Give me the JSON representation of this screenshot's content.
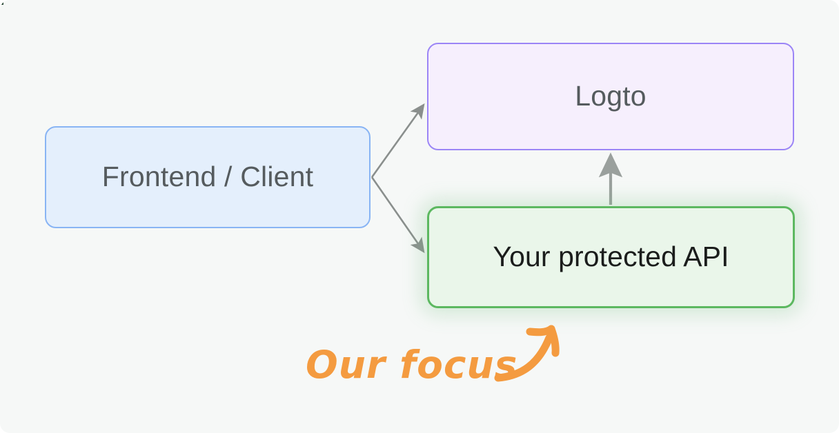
{
  "diagram": {
    "background_color": "#f6f8f7",
    "nodes": [
      {
        "id": "frontend",
        "label": "Frontend / Client",
        "fill": "#e4effc",
        "stroke": "#88b4f4",
        "text_color": "#555b5e"
      },
      {
        "id": "logto",
        "label": "Logto",
        "fill": "#f6effd",
        "stroke": "#9b85f6",
        "text_color": "#555b5e"
      },
      {
        "id": "api",
        "label": "Your protected API",
        "fill": "#eaf6ea",
        "stroke": "#5cb860",
        "text_color": "#1b1d1c"
      }
    ],
    "edges": [
      {
        "id": "frontend-to-logto",
        "from": "frontend",
        "to": "logto",
        "color": "#8a8f8d"
      },
      {
        "id": "frontend-to-api",
        "from": "frontend",
        "to": "api",
        "color": "#8a8f8d"
      },
      {
        "id": "api-to-logto",
        "from": "api",
        "to": "logto",
        "color": "#9aa09d"
      }
    ],
    "annotation": {
      "label": "Our focus",
      "color": "#f49b40",
      "points_to": "api"
    }
  }
}
